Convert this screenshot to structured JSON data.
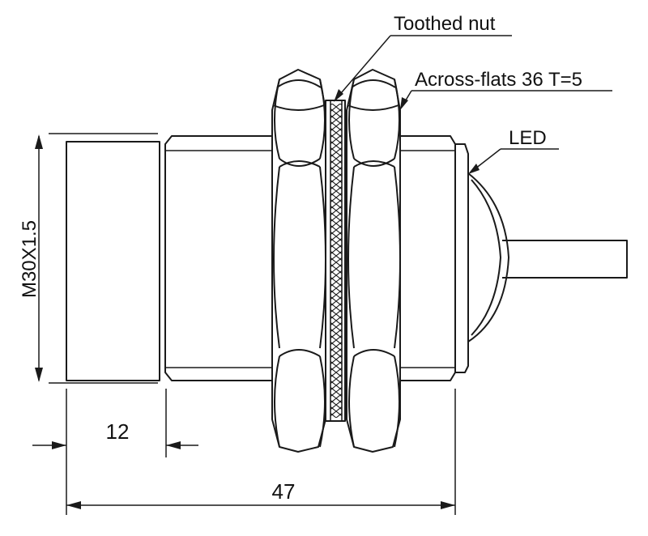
{
  "callouts": {
    "toothed_nut": "Toothed nut",
    "across_flats": "Across-flats 36 T=5",
    "led": "LED"
  },
  "dimensions": {
    "thread": "M30X1.5",
    "front_length": "12",
    "overall_length": "47"
  }
}
